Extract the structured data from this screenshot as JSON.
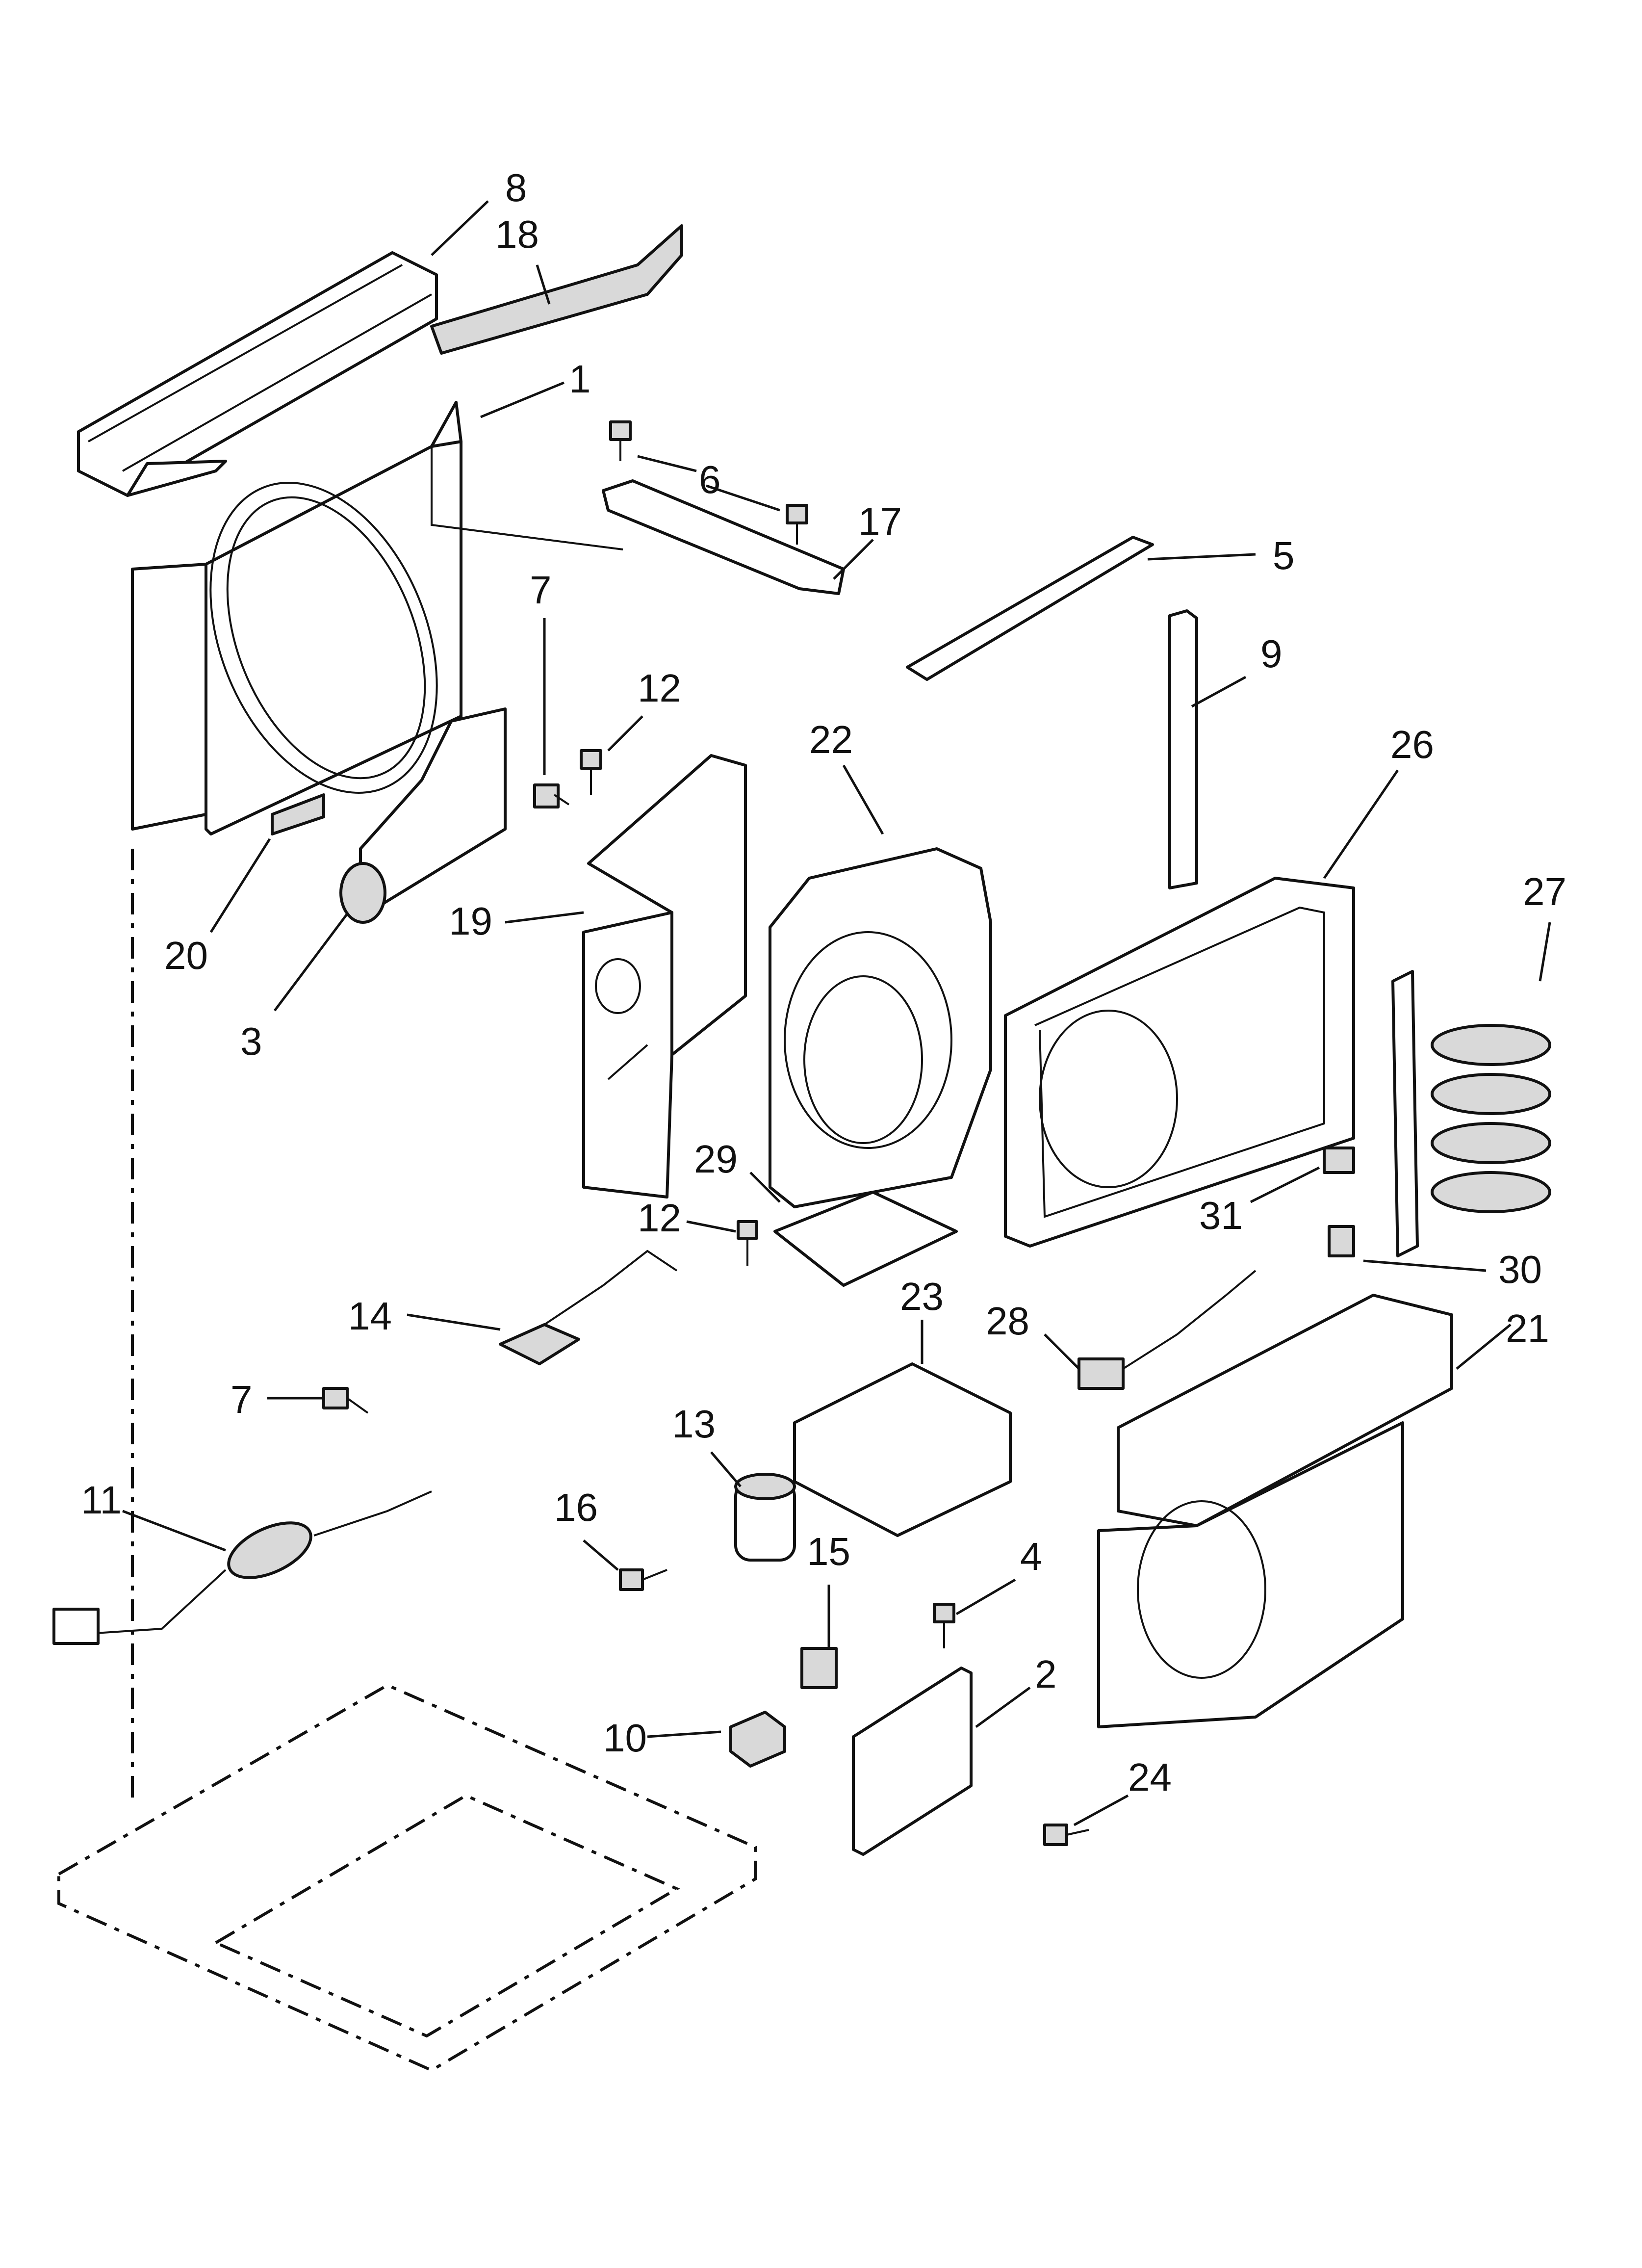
{
  "diagram": {
    "callouts": [
      {
        "id": "c8",
        "text": "8"
      },
      {
        "id": "c18",
        "text": "18"
      },
      {
        "id": "c1",
        "text": "1"
      },
      {
        "id": "c6",
        "text": "6"
      },
      {
        "id": "c17",
        "text": "17"
      },
      {
        "id": "c5",
        "text": "5"
      },
      {
        "id": "c7a",
        "text": "7"
      },
      {
        "id": "c12a",
        "text": "12"
      },
      {
        "id": "c22",
        "text": "22"
      },
      {
        "id": "c9",
        "text": "9"
      },
      {
        "id": "c26",
        "text": "26"
      },
      {
        "id": "c27",
        "text": "27"
      },
      {
        "id": "c20",
        "text": "20"
      },
      {
        "id": "c19",
        "text": "19"
      },
      {
        "id": "c3",
        "text": "3"
      },
      {
        "id": "c29",
        "text": "29"
      },
      {
        "id": "c12b",
        "text": "12"
      },
      {
        "id": "c31",
        "text": "31"
      },
      {
        "id": "c14",
        "text": "14"
      },
      {
        "id": "c23",
        "text": "23"
      },
      {
        "id": "c28",
        "text": "28"
      },
      {
        "id": "c21",
        "text": "21"
      },
      {
        "id": "c30",
        "text": "30"
      },
      {
        "id": "c7b",
        "text": "7"
      },
      {
        "id": "c13",
        "text": "13"
      },
      {
        "id": "c11",
        "text": "11"
      },
      {
        "id": "c16",
        "text": "16"
      },
      {
        "id": "c15",
        "text": "15"
      },
      {
        "id": "c4",
        "text": "4"
      },
      {
        "id": "c2",
        "text": "2"
      },
      {
        "id": "c10",
        "text": "10"
      },
      {
        "id": "c24",
        "text": "24"
      }
    ]
  }
}
